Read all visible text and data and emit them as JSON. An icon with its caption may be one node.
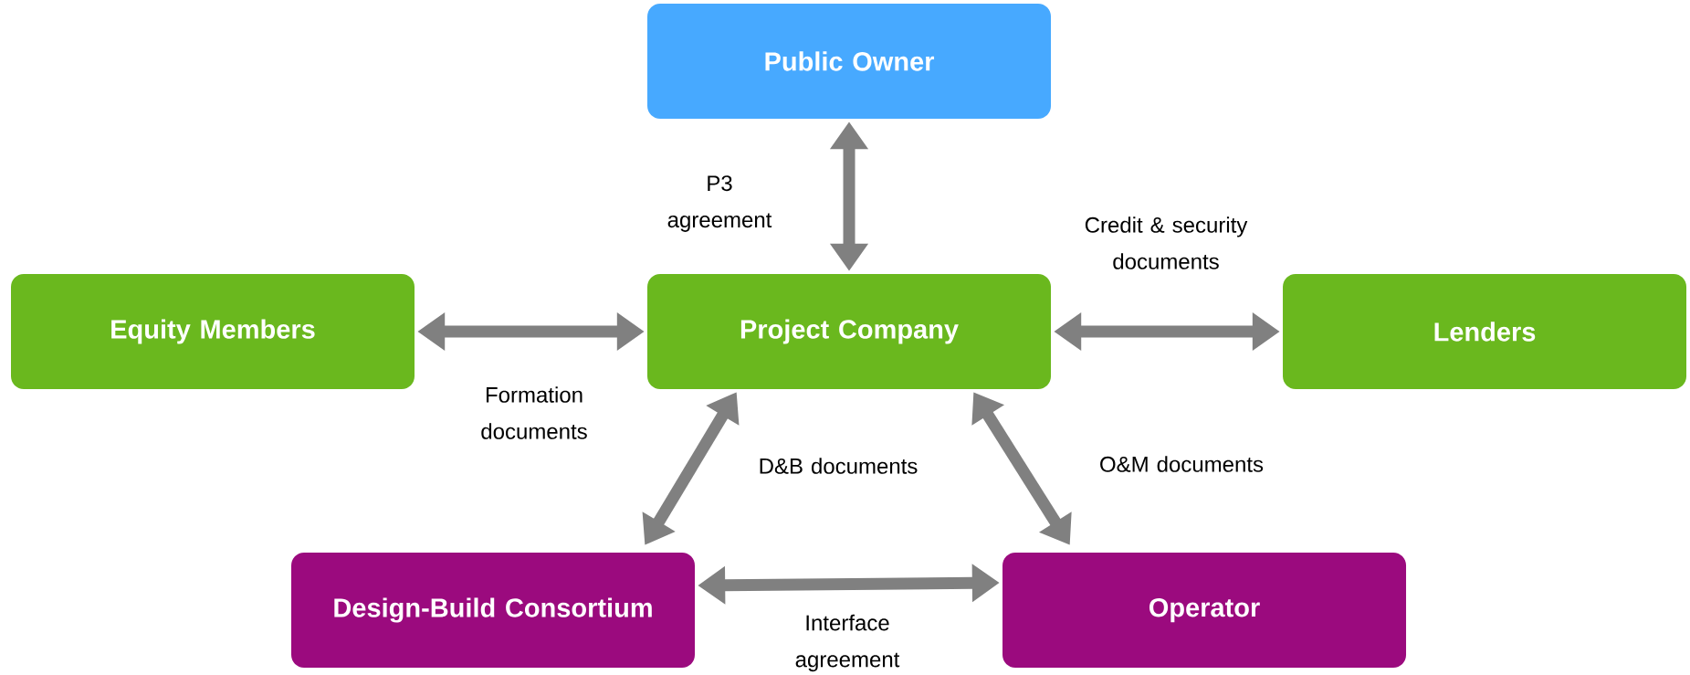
{
  "diagram": {
    "nodes": [
      {
        "text": [
          "Public Owner"
        ]
      },
      {
        "text": [
          "Equity Members"
        ]
      },
      {
        "text": [
          "Project Company"
        ]
      },
      {
        "text": [
          "Lenders"
        ]
      },
      {
        "text": [
          "Design-Build Consortium"
        ]
      },
      {
        "text": [
          "Operator"
        ]
      }
    ],
    "edges": [
      {
        "from": 0,
        "to": 2,
        "arrow": "both",
        "label": "P3 agreement"
      },
      {
        "from": 1,
        "to": 2,
        "arrow": "both",
        "label": "Formation documents"
      },
      {
        "from": 2,
        "to": 3,
        "arrow": "both",
        "label": "Credit & security documents"
      },
      {
        "from": 2,
        "to": 4,
        "arrow": "both",
        "label": "D&B documents"
      },
      {
        "from": 2,
        "to": 5,
        "arrow": "both",
        "label": "O&M documents"
      },
      {
        "from": 4,
        "to": 5,
        "arrow": "both",
        "label": "Interface agreement"
      }
    ]
  }
}
